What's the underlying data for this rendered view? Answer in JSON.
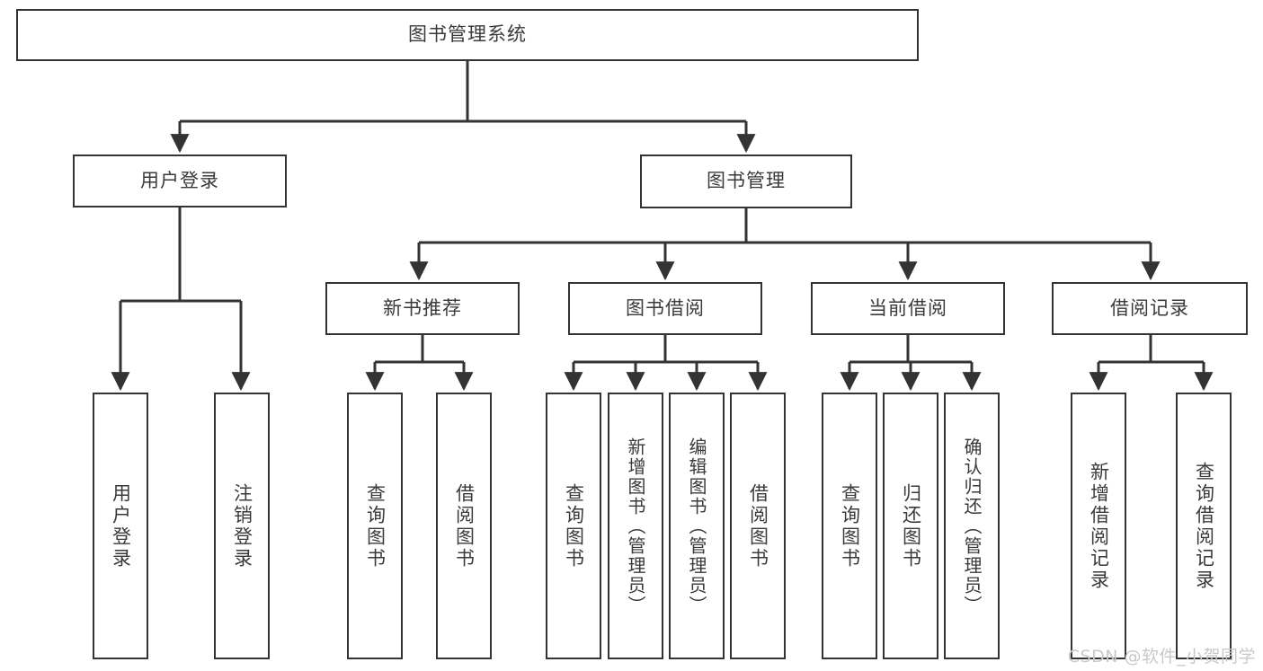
{
  "diagram": {
    "title": "图书管理系统",
    "type": "tree-hierarchy-chart",
    "colors": {
      "stroke": "#333333",
      "fill": "#ffffff",
      "text": "#3a3a3a",
      "watermark": "#c9c9c9"
    },
    "root": {
      "label": "图书管理系统"
    },
    "level2": [
      {
        "label": "用户登录"
      },
      {
        "label": "图书管理"
      }
    ],
    "level3": [
      {
        "label": "新书推荐"
      },
      {
        "label": "图书借阅"
      },
      {
        "label": "当前借阅"
      },
      {
        "label": "借阅记录"
      }
    ],
    "leaves_user_login": [
      {
        "label": "用户登录"
      },
      {
        "label": "注销登录"
      }
    ],
    "leaves_new_book": [
      {
        "label": "查询图书"
      },
      {
        "label": "借阅图书"
      }
    ],
    "leaves_borrow": [
      {
        "label": "查询图书"
      },
      {
        "label": "新增图书（管理员）"
      },
      {
        "label": "编辑图书（管理员）"
      },
      {
        "label": "借阅图书"
      }
    ],
    "leaves_current": [
      {
        "label": "查询图书"
      },
      {
        "label": "归还图书"
      },
      {
        "label": "确认归还（管理员）"
      }
    ],
    "leaves_record": [
      {
        "label": "新增借阅记录"
      },
      {
        "label": "查询借阅记录"
      }
    ]
  },
  "watermark": {
    "text": "CSDN @软件_小贺同学"
  }
}
